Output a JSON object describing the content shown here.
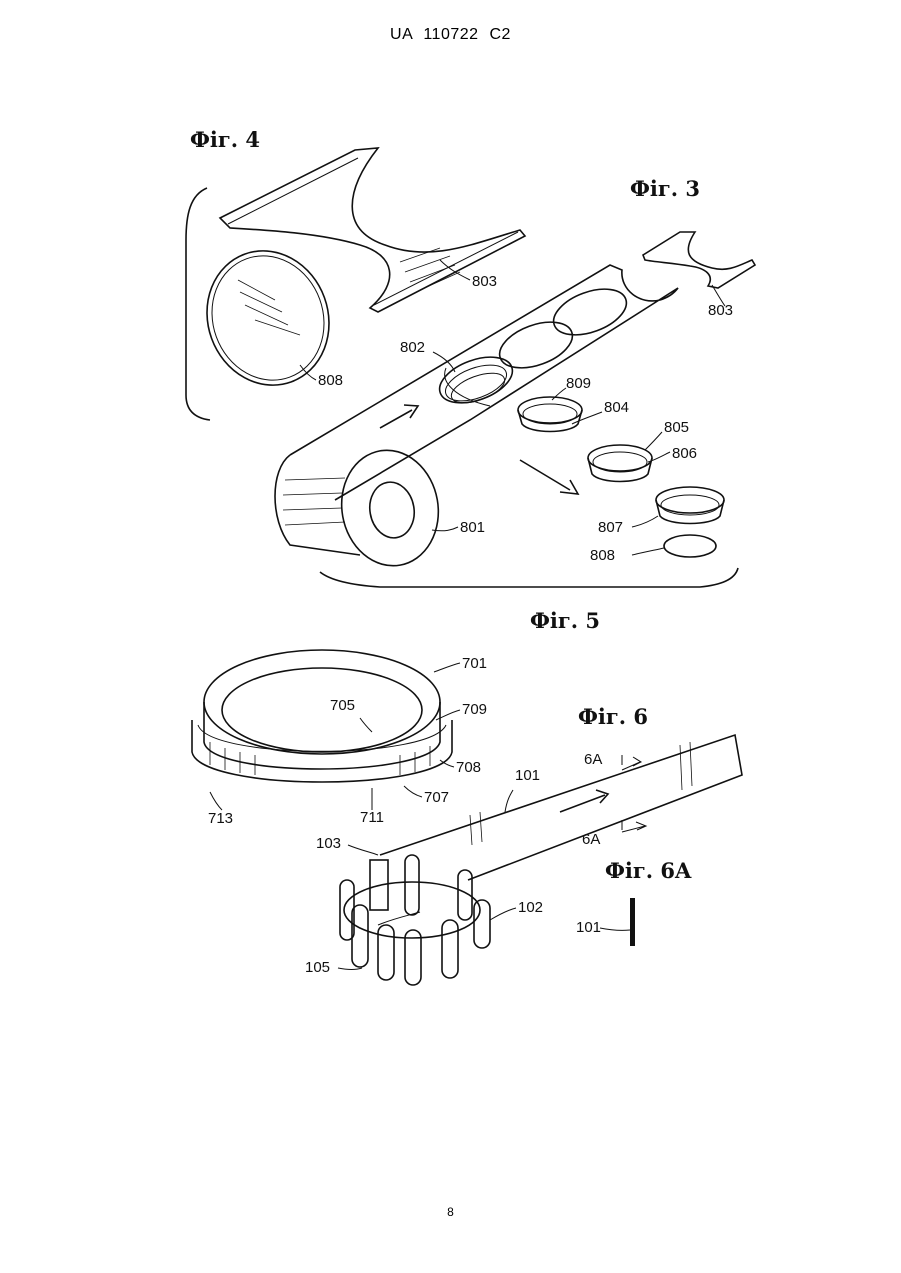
{
  "header": {
    "publication": "UA 110722 C2"
  },
  "page": {
    "number": "8"
  },
  "figures": {
    "fig4": {
      "title": "Фіг. 4",
      "labels": [
        "803",
        "808"
      ]
    },
    "fig3": {
      "title": "Фіг. 3",
      "labels": [
        "803",
        "802",
        "809",
        "804",
        "805",
        "806",
        "801",
        "807",
        "808"
      ]
    },
    "fig5": {
      "title": "Фіг. 5",
      "labels": [
        "701",
        "705",
        "709",
        "708",
        "707",
        "711",
        "713"
      ]
    },
    "fig6": {
      "title": "Фіг. 6",
      "labels": [
        "6A",
        "101",
        "6A",
        "103",
        "102",
        "105"
      ]
    },
    "fig6a": {
      "title": "Фіг. 6A",
      "labels": [
        "101"
      ]
    }
  }
}
